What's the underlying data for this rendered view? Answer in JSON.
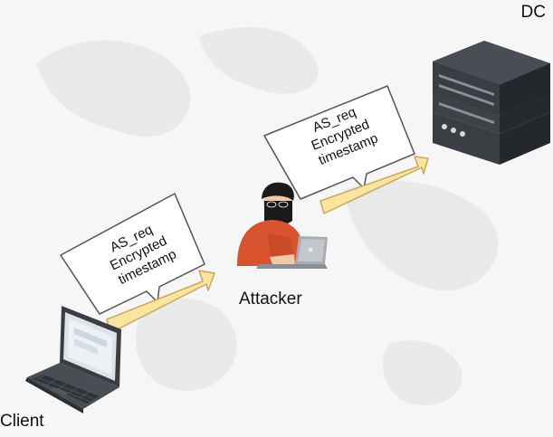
{
  "nodes": {
    "dc": {
      "label": "DC",
      "icon": "server-icon"
    },
    "attacker": {
      "label": "Attacker",
      "icon": "hacker-icon"
    },
    "client": {
      "label": "Client",
      "icon": "laptop-icon"
    }
  },
  "messages": [
    {
      "lines": [
        "AS_req",
        "Encrypted",
        "timestamp"
      ]
    },
    {
      "lines": [
        "AS_req",
        "Encrypted",
        "timestamp"
      ]
    }
  ],
  "colors": {
    "arrow_fill": "#fbe4a0",
    "arrow_stroke": "#c8a95a",
    "server_dark": "#3a3d42",
    "attacker_shirt": "#d9532f",
    "bubble_fill": "#ffffff",
    "bubble_stroke": "#555555"
  }
}
